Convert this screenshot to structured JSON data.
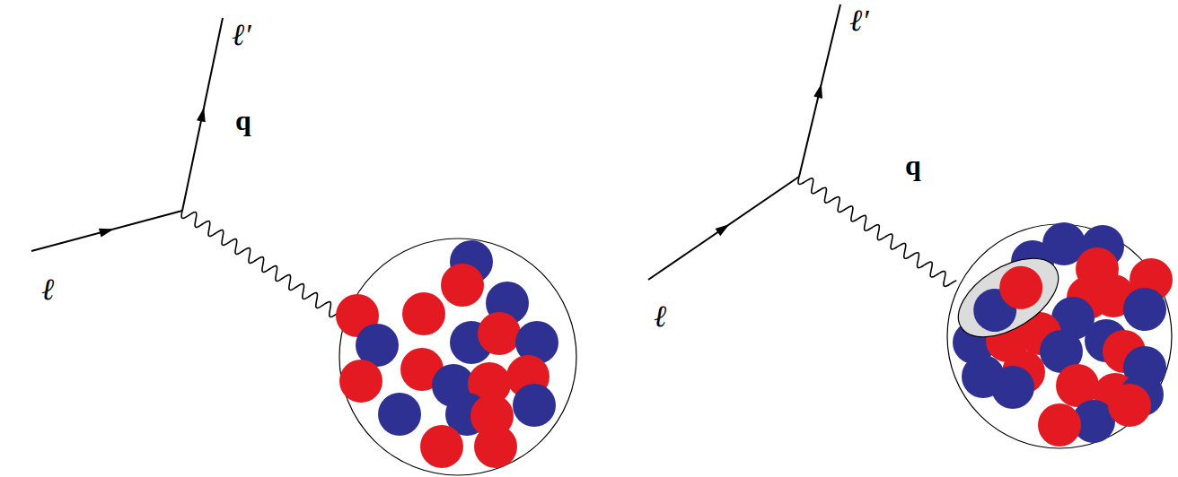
{
  "diagram": {
    "labels": [
      "ℓ′",
      "q",
      "ℓ",
      "ℓ′",
      "q",
      "ℓ"
    ]
  }
}
